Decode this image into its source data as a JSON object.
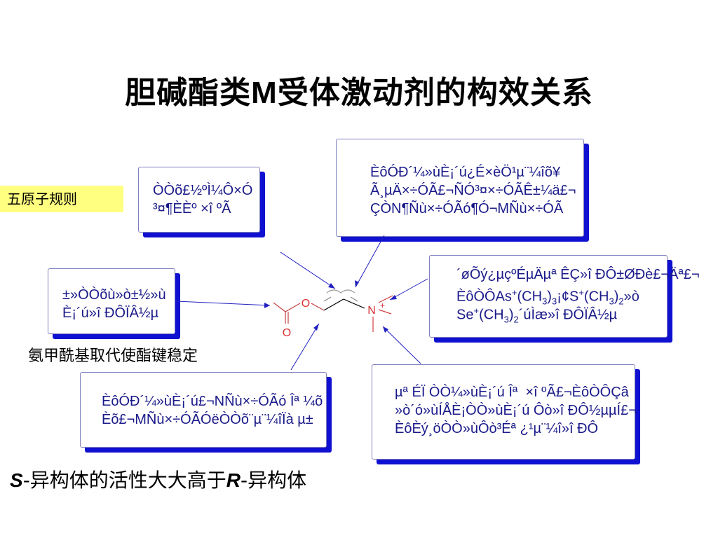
{
  "title": {
    "part1": "胆碱酯类",
    "part2": "M",
    "part3": "受体激动剂的构效关系"
  },
  "rule_label": "五原子规则",
  "boxes": {
    "top_left": {
      "line1": "ÒÒõ£½ºÌ¼Ô­×Ó",
      "line2": "³¤¶ÈÈº ×î ºÃ"
    },
    "top_right": {
      "line1": "ÈôÓÐ´¼»ùÈ¡´ú¿É×èÖ¹µ¨¼îõ¥",
      "line2": "Ã¸µÄ×÷ÓÃ£¬ÑÓ³¤×÷ÓÃÊ±¼ä£¬",
      "line3": "ÇÒN¶Ñù×÷ÓÃó¶Ó¬MÑù×÷ÓÃ"
    },
    "mid_left": {
      "line1": "±»ÒÒõù»ò±½»ù",
      "line2": "È¡´ú»î ÐÔÏÂ½µ"
    },
    "mid_right": {
      "line1": "´øÕý¿µçºÉµÄµª ÊÇ»î ÐÔ±ØÐè£¬Äª£¬",
      "line2a": "ÈôÒÔAs",
      "line2b": "(CH",
      "line2c": ")",
      "line2d": "¡¢S",
      "line2e": "(CH",
      "line2f": ")",
      "line2g": "»ò",
      "line3a": "Se",
      "line3b": "(CH",
      "line3c": ")",
      "line3d": "´úÌæ»î ÐÔÏÂ½µ",
      "plus": "+",
      "sub3": "3",
      "sub2": "2"
    },
    "bottom_left": {
      "line1": "ÈôÓÐ´¼»ùÈ¡´ú£¬NÑù×÷ÓÃó Îª ¼õ",
      "line2": "Èõ£¬MÑù×÷ÓÃÓëÒÒõ¨µ¨¼îÏà µ±"
    },
    "bottom_right": {
      "line1": "µª ÉÏ ÒÒ¼»ùÈ¡´ú Îª  ×î ºÃ£¬ÈôÒÔÇâ",
      "line2": "»ò´ó»ùÍÅÈ¡ÒÒ»ùÈ¡´ú Ôò»î ÐÔ½µµÍ£¬",
      "line3": "ÈôÈý¸öÒÒ»ùÔò³Éª ¿¹µ¨¼î»î ÐÔ"
    }
  },
  "molecule": {
    "o_ester": "O",
    "o_carbonyl": "O",
    "n": "N",
    "n_charge": "+"
  },
  "label_ester": "氨甲酰基取代使酯键稳定",
  "bottom": {
    "s": "S",
    "t1": "-异构体的活性大大高于",
    "r": "R",
    "t2": "-异构体"
  },
  "colors": {
    "box_shadow": "#1010d0",
    "box_text": "#1a1a8a",
    "yellow": "#ffff80",
    "oxygen": "#e03030",
    "nitrogen": "#d03030",
    "arrow": "#2020c0"
  }
}
